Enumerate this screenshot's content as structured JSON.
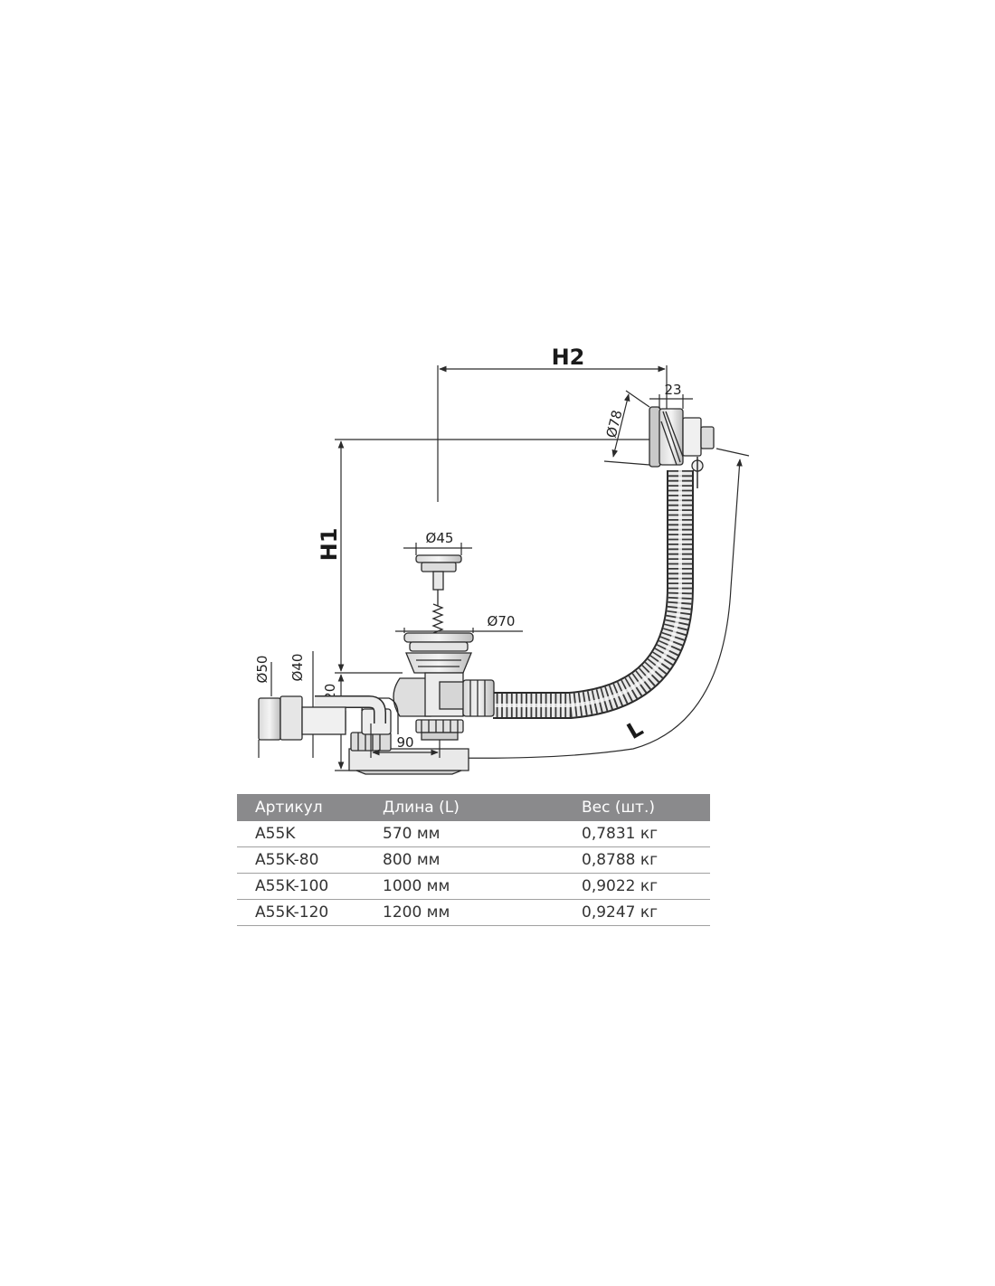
{
  "diagram": {
    "labels": {
      "h2": "H2",
      "h1": "H1",
      "l": "L",
      "d78": "Ø78",
      "w23": "23",
      "d45": "Ø45",
      "d70": "Ø70",
      "d50": "Ø50",
      "d40": "Ø40",
      "h120": "120",
      "w90": "90"
    }
  },
  "table": {
    "headers": [
      "Артикул",
      "Длина (L)",
      "Вес (шт.)"
    ],
    "rows": [
      [
        "A55K",
        "570 мм",
        "0,7831 кг"
      ],
      [
        "A55K-80",
        "800 мм",
        "0,8788 кг"
      ],
      [
        "A55K-100",
        "1000 мм",
        "0,9022 кг"
      ],
      [
        "A55K-120",
        "1200 мм",
        "0,9247 кг"
      ]
    ]
  },
  "colors": {
    "header_bg": "#8a8a8c",
    "line": "#2b2b2b"
  }
}
